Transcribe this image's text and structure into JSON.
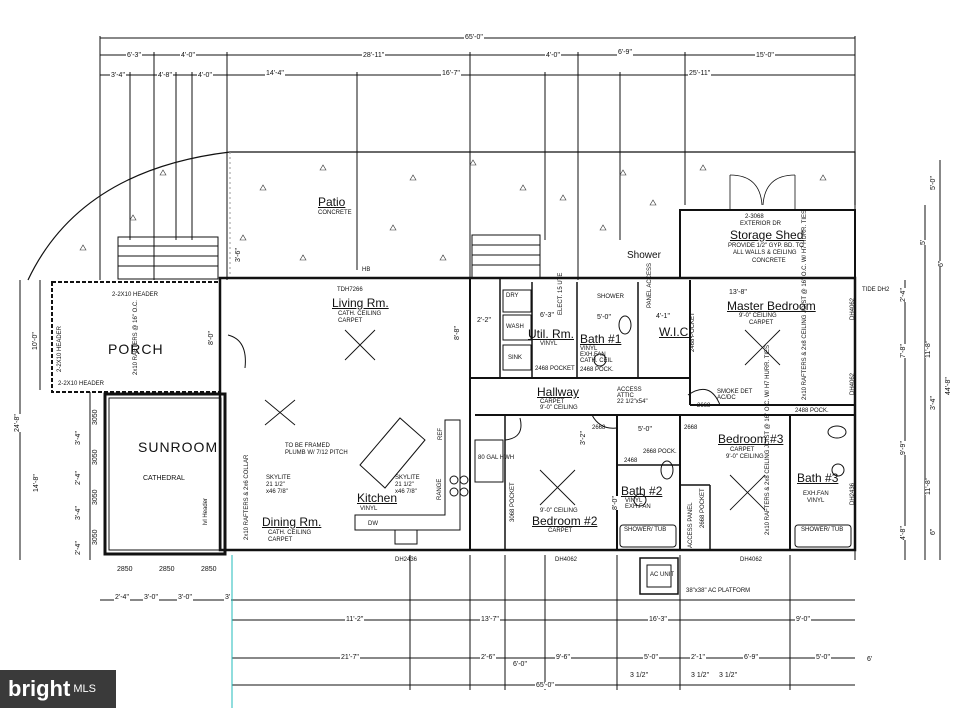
{
  "rooms": {
    "patio": {
      "name": "Patio",
      "sub": "CONCRETE"
    },
    "storage": {
      "name": "Storage Shed",
      "door": "2-3068",
      "door2": "EXTERIOR DR",
      "note1": "PROVIDE 1/2\" GYP. BD. TO",
      "note2": "ALL WALLS & CEILING",
      "note3": "CONCRETE"
    },
    "shower_ext": {
      "name": "Shower"
    },
    "living": {
      "name": "Living Rm.",
      "sub1": "CATH. CEILING",
      "sub2": "CARPET"
    },
    "porch": {
      "name": "PORCH"
    },
    "sunroom": {
      "name": "SUNROOM",
      "sub": "CATHEDRAL"
    },
    "util": {
      "name": "Util. Rm.",
      "sub": "VINYL"
    },
    "bath1": {
      "name": "Bath #1",
      "sub1": "VINYL",
      "sub2": "EXH.FAN",
      "sub3": "CATH. CEIL"
    },
    "wic": {
      "name": "W.I.C."
    },
    "master": {
      "name": "Master Bedroom",
      "sub1": "9'-0\" CEILING",
      "sub2": "CARPET"
    },
    "hallway": {
      "name": "Hallway",
      "sub1": "CARPET",
      "sub2": "9'-0\" CEILING"
    },
    "access": {
      "l1": "ACCESS",
      "l2": "ATTIC",
      "l3": "22 1/2\"x54\""
    },
    "smoke": {
      "l1": "SMOKE DET",
      "l2": "AC/DC"
    },
    "bedroom3": {
      "name": "Bedroom #3",
      "sub1": "CARPET",
      "sub2": "9'-0\" CEILING"
    },
    "bedroom2": {
      "name": "Bedroom #2",
      "sub1": "9'-0\" CEILING",
      "sub2": "CARPET"
    },
    "bath2": {
      "name": "Bath #2",
      "sub1": "VINYL",
      "sub2": "EXH.FAN"
    },
    "bath3": {
      "name": "Bath #3",
      "sub1": "EXH.FAN",
      "sub2": "VINYL"
    },
    "kitchen": {
      "name": "Kitchen",
      "sub": "VINYL"
    },
    "dining": {
      "name": "Dining Rm.",
      "sub1": "CATH. CEILING",
      "sub2": "CARPET"
    }
  },
  "notes": {
    "header1": "2-2X10 HEADER",
    "header2": "2-2X10 HEADER",
    "header3": "2-2X10 HEADER",
    "rafters_porch": "2x10 RAFTERS @ 16\" O.C.",
    "framed": "TO BE FRAMED",
    "plumb": "PLUMB W/ 7/12 PITCH",
    "skylite1": "SKYLITE",
    "skylite1b": "21 1/2\"",
    "skylite1c": "x46 7/8\"",
    "skylite2": "SKYLITE",
    "skylite2b": "21 1/2\"",
    "skylite2c": "x46 7/8\"",
    "rafters_dining": "2x10 RAFTERS & 2x6 COLLAR",
    "lvl": "lvl Header",
    "range": "RANGE",
    "dw": "DW",
    "ref": "REF",
    "hwh": "80 GAL HWH",
    "dry": "DRY",
    "wash": "WASH",
    "sink": "SINK",
    "shower_in": "SHOWER",
    "panel_access": "PANEL ACCESS",
    "elect": "ELECT. 15 UTE",
    "pocket_util": "2468 POCKET",
    "pocket_bath": "2468 POCK.",
    "pocket_wic": "2468 POCKET",
    "pocket_master": "2488 POCK.",
    "pocket_hall": "2668 POCK.",
    "door_hall1": "2668",
    "door_hall2": "2668",
    "door_hall3": "2668",
    "door_bath2": "2468",
    "door_b2": "3068 POCKET",
    "door_b3": "2668 POCKET",
    "access_panel2": "ACCESS PANEL",
    "master_rafters": "2x10 RAFTERS & 2x8 CEILING JOIST @ 16\" O.C. W/ H7 HURR. TIES",
    "b3_rafters": "2x10 RAFTERS & 2x8 CEILING JOIST @ 16\" O.C. W/ H7 HURR. TIES",
    "shower_tub1": "SHOWER/ TUB",
    "shower_tub2": "SHOWER/ TUB",
    "ac_unit": "AC UNIT",
    "ac_platform": "38\"x38\" AC PLATFORM",
    "tdh": "TDH7266",
    "hb": "HB",
    "dh2436": "DH2436",
    "dh4062a": "DH4062",
    "dh4062b": "DH4062",
    "dh4062c": "DH4062",
    "dh4062d": "DH4062",
    "dh2436b": "DH2436",
    "dh_tl": "TIDE DH2"
  },
  "dims": {
    "overall_top": "65'-0\"",
    "overall_bottom": "65'-0\"",
    "t1": "6'-3\"",
    "t2": "4'-0\"",
    "t3": "28'-11\"",
    "t4": "4'-0\"",
    "t5": "6'-9\"",
    "t6": "15'-0\"",
    "u1": "3'-4\"",
    "u2": "4'-8\"",
    "u3": "4'-0\"",
    "u4": "14'-4\"",
    "u5": "16'-7\"",
    "u6": "25'-11\"",
    "b1": "11'-2\"",
    "b2": "13'-7\"",
    "b3": "16'-3\"",
    "b4": "9'-0\"",
    "c1": "21'-7\"",
    "c2": "2'-6\"",
    "c3": "6'-0\"",
    "c4": "9'-6\"",
    "c5": "5'-0\"",
    "c6": "2'-1\"",
    "c7": "6'-9\"",
    "c8": "5'-0\"",
    "s1": "2'-4\"",
    "s2": "3'-0\"",
    "s3": "3'-0\"",
    "s4": "3'",
    "w1": "2850",
    "w2": "2850",
    "w3": "2850",
    "sw1": "3050",
    "sw2": "3050",
    "sw3": "3050",
    "sw4": "3050",
    "l1": "10'-0\"",
    "l2": "24'-8\"",
    "l3": "14'-8\"",
    "l4": "3'-4\"",
    "l5": "3'-4\"",
    "l6": "2'-4\"",
    "l7": "2'-4\"",
    "r1": "5'-0\"",
    "r2": "5'",
    "r3": "6\"",
    "r4": "44'-8\"",
    "r5": "3'-4\"",
    "r6": "7'-8\"",
    "r7": "11'-8\"",
    "r8": "9'-9\"",
    "r9": "11'-8\"",
    "r10": "2'-4\"",
    "r11": "4'-8\"",
    "r12": "6\"",
    "r13": "6'",
    "m1": "13'-8\"",
    "m2": "5'-0\"",
    "m3": "4'-1\"",
    "m4": "6'-3\"",
    "m5": "8'-8\"",
    "m6": "2'-2\"",
    "m7": "3'-2\"",
    "m8": "5'-0\"",
    "m9": "3'-6\"",
    "m10": "8'-0\"",
    "m11": "8'-0\"",
    "f1": "3 1/2\"",
    "f2": "3 1/2\"",
    "f3": "3 1/2\""
  },
  "brand": {
    "name": "bright",
    "sub": "MLS"
  }
}
